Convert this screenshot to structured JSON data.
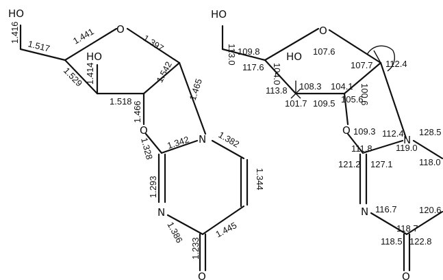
{
  "left": {
    "atoms": [
      "HO",
      "HO",
      "O",
      "O",
      "N",
      "N",
      "O"
    ],
    "bonds": [
      "1.416",
      "1.517",
      "1.441",
      "1.397",
      "1.529",
      "1.414",
      "1.518",
      "1.542",
      "1.466",
      "1.465",
      "1.328",
      "1.342",
      "1.382",
      "1.293",
      "1.344",
      "1.386",
      "1.445",
      "1.233"
    ]
  },
  "right": {
    "atoms": [
      "HO",
      "O",
      "HO",
      "O",
      "N",
      "N",
      "O"
    ],
    "angles": [
      "113.0",
      "109.8",
      "107.6",
      "117.6",
      "104.0",
      "107.7",
      "112.4",
      "108.3",
      "104.1",
      "100.6",
      "113.8",
      "101.7",
      "109.5",
      "105.6",
      "109.3",
      "112.4",
      "128.5",
      "111.8",
      "119.0",
      "118.0",
      "121.2",
      "127.1",
      "116.7",
      "120.6",
      "118.7",
      "118.5",
      "122.8"
    ]
  }
}
